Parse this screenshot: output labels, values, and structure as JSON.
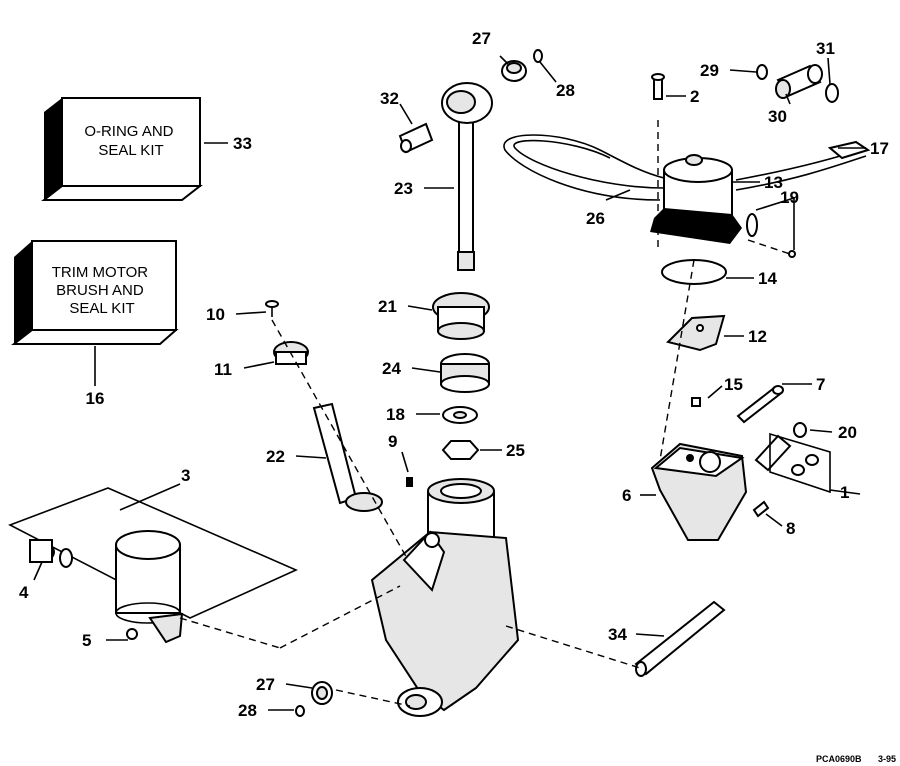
{
  "kits": {
    "seal_kit_label": "O-RING AND\nSEAL KIT",
    "seal_kit_callout": "33",
    "motor_kit_label": "TRIM MOTOR\nBRUSH AND\nSEAL KIT",
    "motor_kit_callout": "16"
  },
  "callouts": {
    "c1": "1",
    "c2": "2",
    "c3": "3",
    "c4": "4",
    "c5": "5",
    "c6": "6",
    "c7": "7",
    "c8": "8",
    "c9": "9",
    "c10": "10",
    "c11": "11",
    "c12": "12",
    "c13": "13",
    "c14": "14",
    "c15": "15",
    "c17": "17",
    "c18": "18",
    "c19": "19",
    "c20": "20",
    "c21": "21",
    "c22": "22",
    "c23": "23",
    "c24": "24",
    "c25": "25",
    "c26": "26",
    "c27a": "27",
    "c27b": "27",
    "c28a": "28",
    "c28b": "28",
    "c29": "29",
    "c30": "30",
    "c31": "31",
    "c32": "32",
    "c34": "34"
  },
  "footer": {
    "code": "PCA0690B",
    "date": "3-95"
  }
}
